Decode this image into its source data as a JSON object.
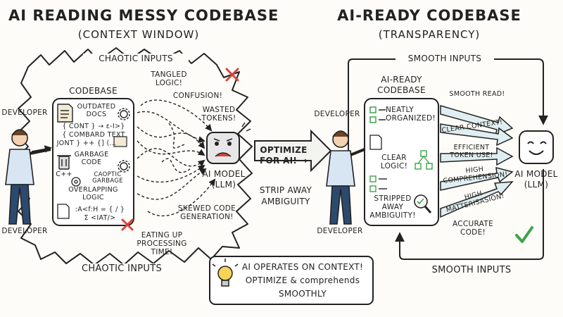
{
  "left_panel": {
    "title": "AI READING MESSY CODEBASE",
    "subtitle": "(CONTEXT WINDOW)",
    "top_label": "CHAOTIC INPUTS",
    "bottom_label": "CHAOTIC INPUTS",
    "developer_top": "DEVELOPER",
    "developer_bottom": "DEVELOPER",
    "codebase_title": "CODEBASE",
    "items": {
      "docs": "OUTDATED\nDOCS",
      "code_line1": "{ CONT } → ε-I>}",
      "code_line2": "{ COMBARD TEXT",
      "code_line3": "JONT } ++ {] (...",
      "garbage": "GARBAGE\nCODE",
      "code_cpp": "C++",
      "chaotic_garbage": "CAOPTIC\nGARBAGE",
      "overlapping": "OVERLAPPING\nLOGIC",
      "code_line4": ":A<f:H = { / }",
      "code_line5": "Σ <IAT/>"
    },
    "callouts": {
      "tangled": "TANGLED\nLOGIC!",
      "confusion": "CONFUSION!",
      "wasted": "WASTED\nTOKENS!",
      "skewed": "SKEWED CODE\nGENERATION!",
      "eating": "EATING UP\nPROCESSING\nTIME!"
    },
    "ai_model": "AI MODEL\n(LLM)"
  },
  "middle": {
    "optimize": "OPTIMIZE\nFOR AI! →",
    "strip": "STRIP AWAY\nAMBIGUITY"
  },
  "right_panel": {
    "title": "AI-READY CODEBASE",
    "subtitle": "(TRANSPARENCY)",
    "top_label": "SMOOTH INPUTS",
    "bottom_label": "SMOOTH INPUTS",
    "developer_top": "DEVELOPER",
    "developer_bottom": "DEVELOPER",
    "codebase_title": "AI-READY\nCODEBASE",
    "items": {
      "neatly": "NEATLY\nORGANIZED!",
      "clear_logic": "CLEAR\nLOGIC!",
      "stripped": "STRIPPED\nAWAY\nAMBIGUITY!"
    },
    "arrows": {
      "smooth_read": "SMOOTH READ!",
      "clear_context": "CLEAR CONTEXT!",
      "efficient": "EFFICIENT\nTOKEN USE!",
      "high_comp": "HIGH\nCOMPREHENSION!",
      "high_matt": "HIGH\nMATTERISASION!",
      "accurate": "ACCURATE\nCODE!"
    },
    "ai_model": "AI MODEL\n(LLM)"
  },
  "footer": {
    "line1": "AI OPERATES ON CONTEXT!",
    "line2": "OPTIMIZE & comprehends",
    "line3": "SMOOTHLY"
  },
  "colors": {
    "ink": "#222222",
    "arrow_fill": "#dfeef0",
    "accent_red": "#d9423a",
    "accent_green": "#3fa34d",
    "bulb_yellow": "#f7d358",
    "shirt": "#d8e6f3",
    "pants": "#2c4a6e"
  }
}
